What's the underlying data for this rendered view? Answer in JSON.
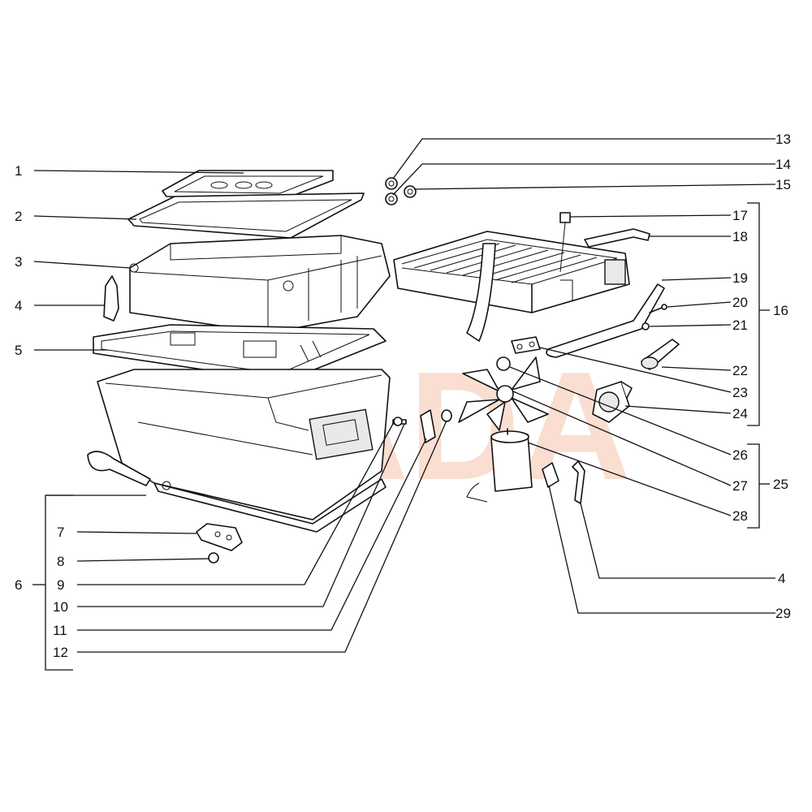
{
  "watermark": {
    "text": "LADA",
    "color": "#f2b89a"
  },
  "left_callouts": [
    {
      "id": "1",
      "label": "1"
    },
    {
      "id": "2",
      "label": "2"
    },
    {
      "id": "3",
      "label": "3"
    },
    {
      "id": "4",
      "label": "4"
    },
    {
      "id": "5",
      "label": "5"
    },
    {
      "id": "7",
      "label": "7"
    },
    {
      "id": "8",
      "label": "8"
    },
    {
      "id": "9",
      "label": "9"
    },
    {
      "id": "10",
      "label": "10"
    },
    {
      "id": "11",
      "label": "11"
    },
    {
      "id": "12",
      "label": "12"
    }
  ],
  "right_callouts": [
    {
      "id": "13",
      "label": "13"
    },
    {
      "id": "14",
      "label": "14"
    },
    {
      "id": "15",
      "label": "15"
    },
    {
      "id": "17",
      "label": "17"
    },
    {
      "id": "18",
      "label": "18"
    },
    {
      "id": "19",
      "label": "19"
    },
    {
      "id": "20",
      "label": "20"
    },
    {
      "id": "21",
      "label": "21"
    },
    {
      "id": "22",
      "label": "22"
    },
    {
      "id": "23",
      "label": "23"
    },
    {
      "id": "24",
      "label": "24"
    },
    {
      "id": "26",
      "label": "26"
    },
    {
      "id": "27",
      "label": "27"
    },
    {
      "id": "28",
      "label": "28"
    },
    {
      "id": "4b",
      "label": "4"
    },
    {
      "id": "29",
      "label": "29"
    }
  ],
  "group_callouts": [
    {
      "id": "6",
      "label": "6"
    },
    {
      "id": "16",
      "label": "16"
    },
    {
      "id": "25",
      "label": "25"
    }
  ]
}
